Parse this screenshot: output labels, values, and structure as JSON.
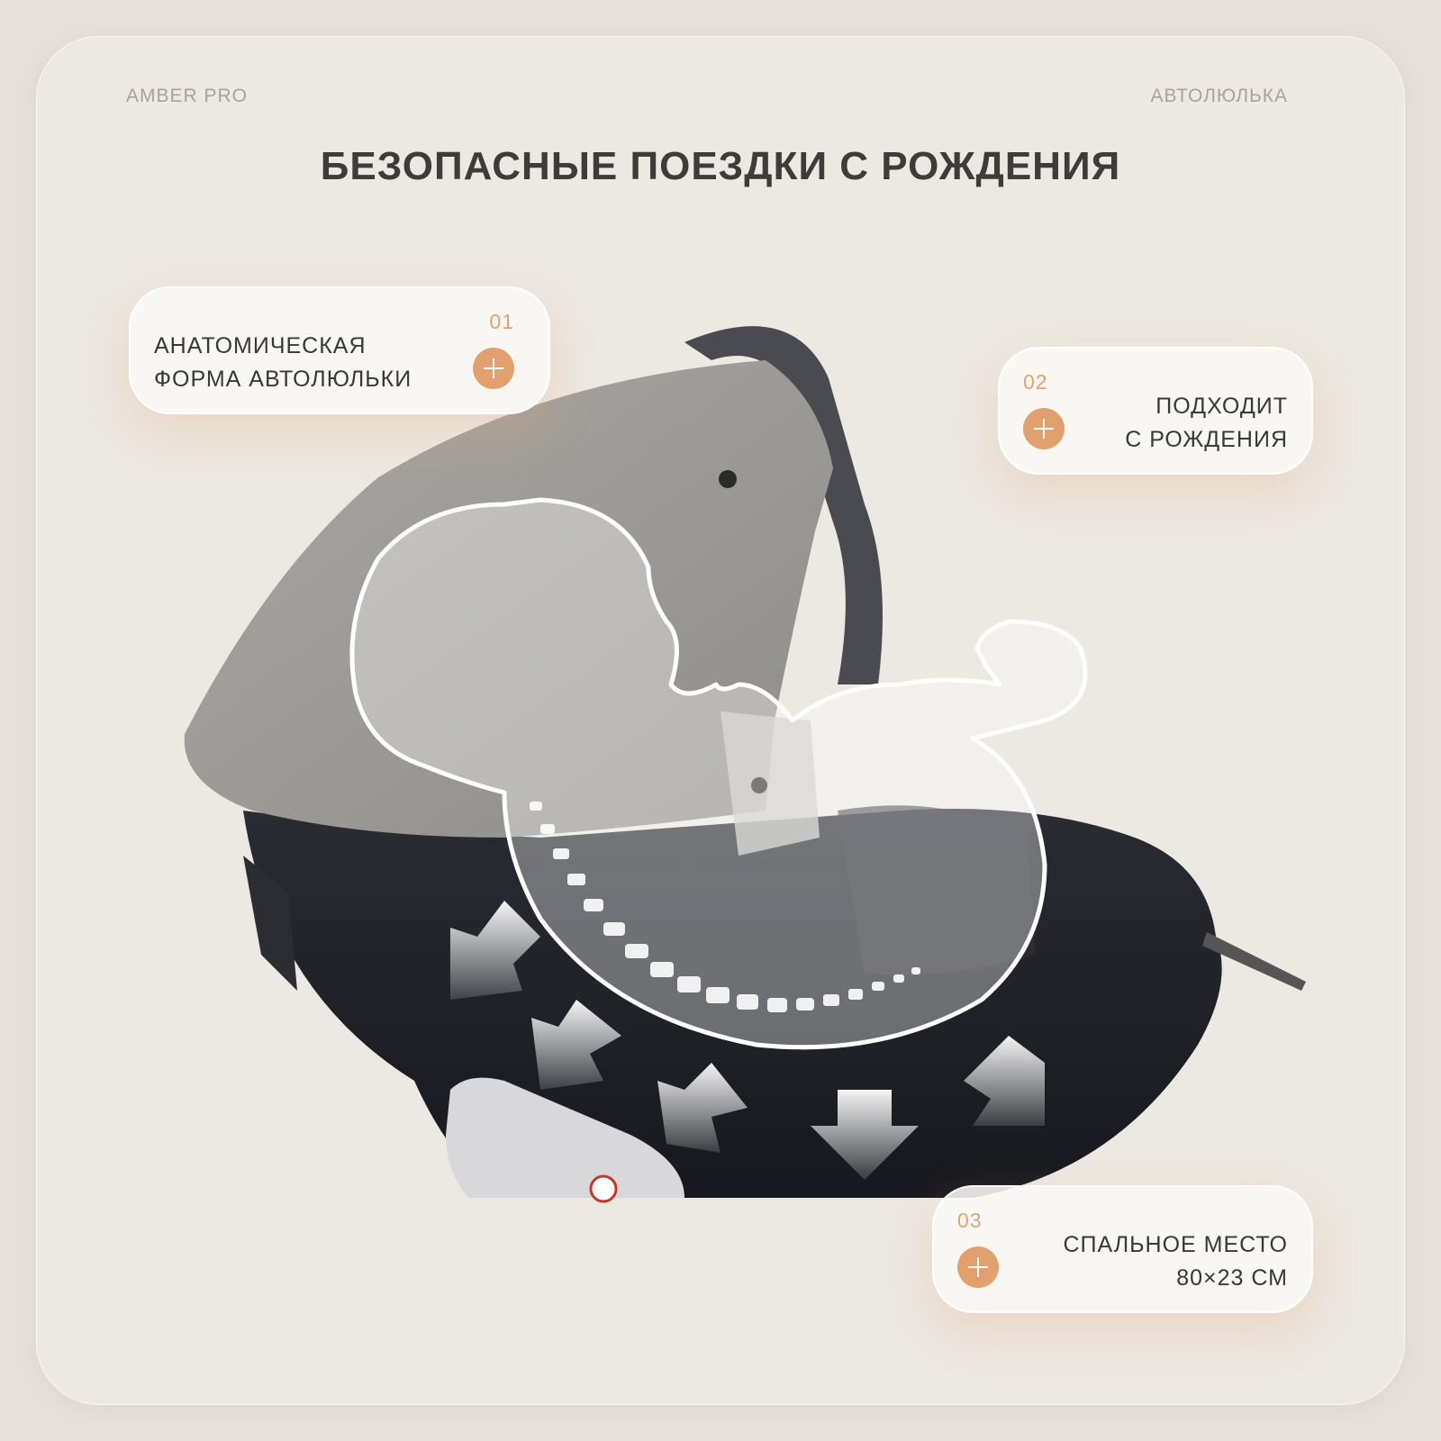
{
  "header": {
    "brand_left": "AMBER PRO",
    "brand_right": "АВТОЛЮЛЬКА",
    "title": "БЕЗОПАСНЫЕ ПОЕЗДКИ С РОЖДЕНИЯ"
  },
  "features": [
    {
      "num": "01",
      "line1": "АНАТОМИЧЕСКАЯ",
      "line2": "ФОРМА АВТОЛЮЛЬКИ"
    },
    {
      "num": "02",
      "line1": "ПОДХОДИТ",
      "line2": "С РОЖДЕНИЯ"
    },
    {
      "num": "03",
      "line1": "СПАЛЬНОЕ МЕСТО",
      "line2": "80×23 СМ"
    }
  ],
  "colors": {
    "accent": "#e2a06e",
    "background": "#ece8e2",
    "canopy": "#9c9a96",
    "shell": "#1e2026"
  },
  "icons": [
    "plus-icon",
    "baby-silhouette-icon",
    "pressure-arrow-icon"
  ]
}
